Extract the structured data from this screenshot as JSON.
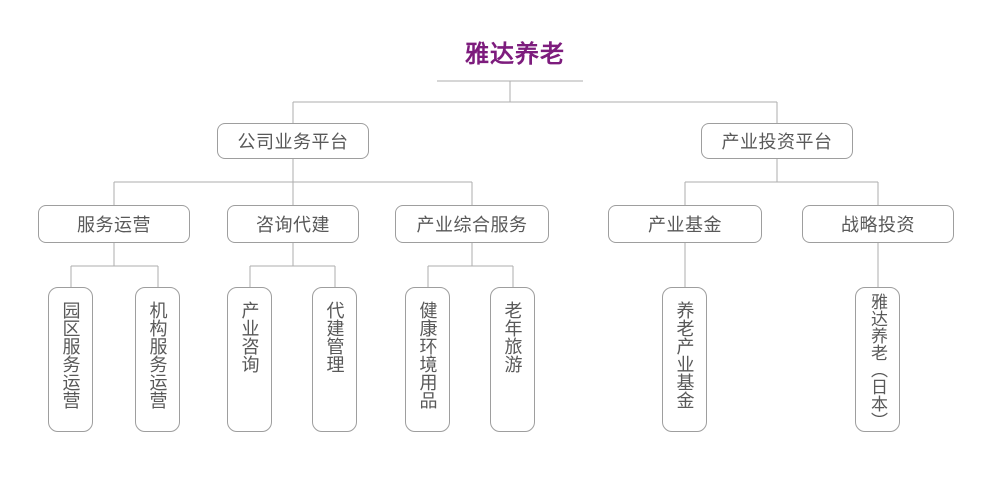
{
  "chart": {
    "title": "雅达养老",
    "colors": {
      "title": "#7d1c7d",
      "box_border": "#9e9e9e",
      "box_text": "#595959",
      "connector": "#aeaeae",
      "background": "#ffffff"
    },
    "nodes": {
      "level2": [
        {
          "label": "公司业务平台"
        },
        {
          "label": "产业投资平台"
        }
      ],
      "level3": [
        {
          "label": "服务运营"
        },
        {
          "label": "咨询代建"
        },
        {
          "label": "产业综合服务"
        },
        {
          "label": "产业基金"
        },
        {
          "label": "战略投资"
        }
      ],
      "level4": [
        {
          "label": "园区服务运营"
        },
        {
          "label": "机构服务运营"
        },
        {
          "label": "产业咨询"
        },
        {
          "label": "代建管理"
        },
        {
          "label": "健康环境用品"
        },
        {
          "label": "老年旅游"
        },
        {
          "label": "养老产业基金"
        },
        {
          "label": "雅达养老（日本）"
        }
      ]
    },
    "hierarchy": {
      "root": "雅达养老",
      "children": [
        {
          "name": "公司业务平台",
          "children": [
            {
              "name": "服务运营",
              "children": [
                "园区服务运营",
                "机构服务运营"
              ]
            },
            {
              "name": "咨询代建",
              "children": [
                "产业咨询",
                "代建管理"
              ]
            },
            {
              "name": "产业综合服务",
              "children": [
                "健康环境用品",
                "老年旅游"
              ]
            }
          ]
        },
        {
          "name": "产业投资平台",
          "children": [
            {
              "name": "产业基金",
              "children": [
                "养老产业基金"
              ]
            },
            {
              "name": "战略投资",
              "children": [
                "雅达养老（日本）"
              ]
            }
          ]
        }
      ]
    }
  }
}
